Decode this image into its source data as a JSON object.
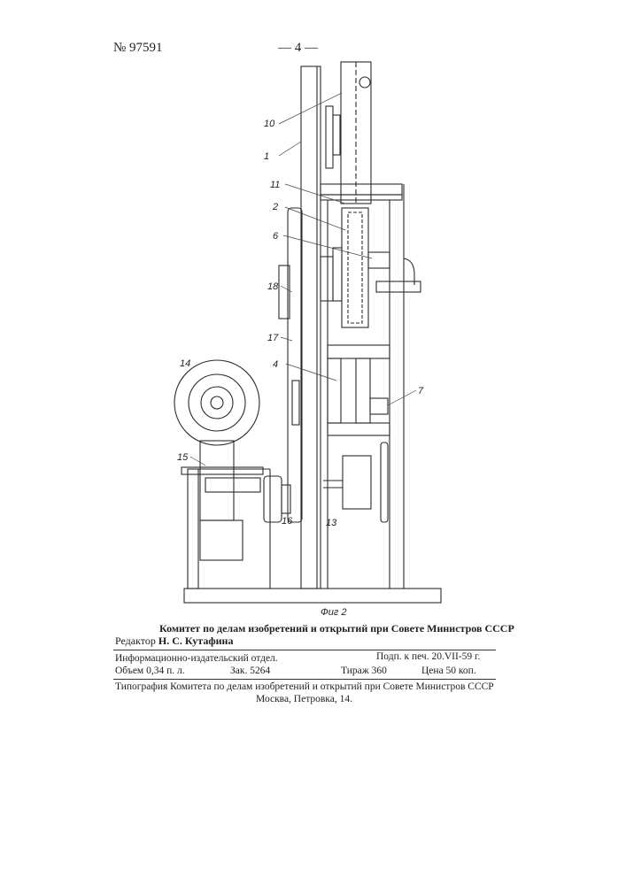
{
  "header": {
    "patent_number": "№ 97591",
    "page_marker": "— 4 —"
  },
  "figure": {
    "caption": "Фиг 2",
    "callouts": [
      "10",
      "1",
      "11",
      "2",
      "6",
      "18",
      "17",
      "14",
      "4",
      "7",
      "15",
      "16",
      "13"
    ]
  },
  "imprint": {
    "committee": "Комитет по делам изобретений и открытий при Совете Министров СССР",
    "editor_label": "Редактор",
    "editor_name": "Н. С. Кутафина",
    "dept": "Информационно-издательский отдел.",
    "signed": "Подп. к печ. 20.VII-59 г.",
    "volume": "Объем 0,34 п. л.",
    "order": "Зак. 5264",
    "print_run": "Тираж 360",
    "price": "Цена 50 коп.",
    "printer_line1": "Типография Комитета по делам изобретений и открытий при Совете Министров СССР",
    "printer_line2": "Москва, Петровка, 14."
  }
}
